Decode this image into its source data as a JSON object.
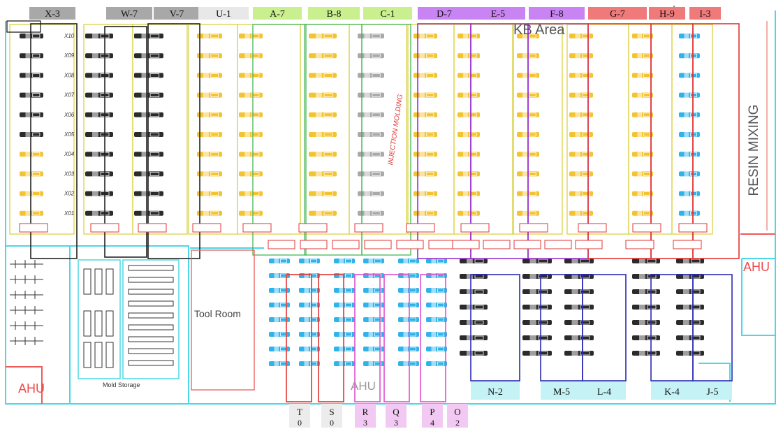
{
  "colors": {
    "wall": "#4bd8e6",
    "wall_red": "#ee5b5b",
    "machine_gold": "#f3c331",
    "machine_blue": "#2fb3ea",
    "machine_dark": "#2b2b2b",
    "machine_grey": "#a9a9a9",
    "line_yellow": "#d9cf36",
    "line_green": "#38b14a",
    "box_black": "#222222",
    "box_purple": "#9b2fd0",
    "box_red": "#e23434",
    "box_blue": "#2a2ab3",
    "box_pink": "#e04fd0"
  },
  "top_zones": [
    {
      "name": "X-3",
      "color": "#a8a8a8"
    },
    {
      "name": "W-7",
      "color": "#a8a8a8"
    },
    {
      "name": "V-7",
      "color": "#a8a8a8"
    },
    {
      "name": "U-1",
      "color": "#e8e8e8"
    },
    {
      "name": "A-7",
      "color": "#c9ef8e"
    },
    {
      "name": "B-8",
      "color": "#c9ef8e"
    },
    {
      "name": "C-1",
      "color": "#c9ef8e"
    },
    {
      "name": "D-7",
      "color": "#c884f2"
    },
    {
      "name": "E-5",
      "color": "#c884f2"
    },
    {
      "name": "F-8",
      "color": "#c884f2"
    },
    {
      "name": "G-7",
      "color": "#f07a7a"
    },
    {
      "name": "H-9",
      "color": "#f07a7a"
    },
    {
      "name": "I-3",
      "color": "#f07a7a"
    }
  ],
  "bottom_zones": [
    {
      "name": "N-2",
      "color": "#c4f2f5"
    },
    {
      "name": "M-5",
      "color": "#c4f2f5"
    },
    {
      "name": "L-4",
      "color": "#c4f2f5"
    },
    {
      "name": "K-4",
      "color": "#c4f2f5"
    },
    {
      "name": "J-5",
      "color": "#c4f2f5"
    }
  ],
  "bottom_tabs": [
    {
      "letter": "T",
      "count": "0",
      "color": "#ececec"
    },
    {
      "letter": "S",
      "count": "0",
      "color": "#ececec"
    },
    {
      "letter": "R",
      "count": "3",
      "color": "#f2c9f2"
    },
    {
      "letter": "Q",
      "count": "3",
      "color": "#f2c9f2"
    },
    {
      "letter": "P",
      "count": "4",
      "color": "#f2c9f2"
    },
    {
      "letter": "O",
      "count": "2",
      "color": "#f2c9f2"
    }
  ],
  "row_codes": [
    "X10",
    "X09",
    "X08",
    "X07",
    "X06",
    "X05",
    "X04",
    "X03",
    "X02",
    "X01"
  ],
  "area_labels": {
    "kb_area": "KB Area",
    "resin_mixing": "RESIN  MIXING",
    "injection_molding": "INJECTION  MOLDING",
    "tool_room": "Tool  Room",
    "mold_storage": "Mold  Storage",
    "ahu_left": "AHU",
    "ahu_center": "AHU",
    "ahu_right": "AHU"
  }
}
